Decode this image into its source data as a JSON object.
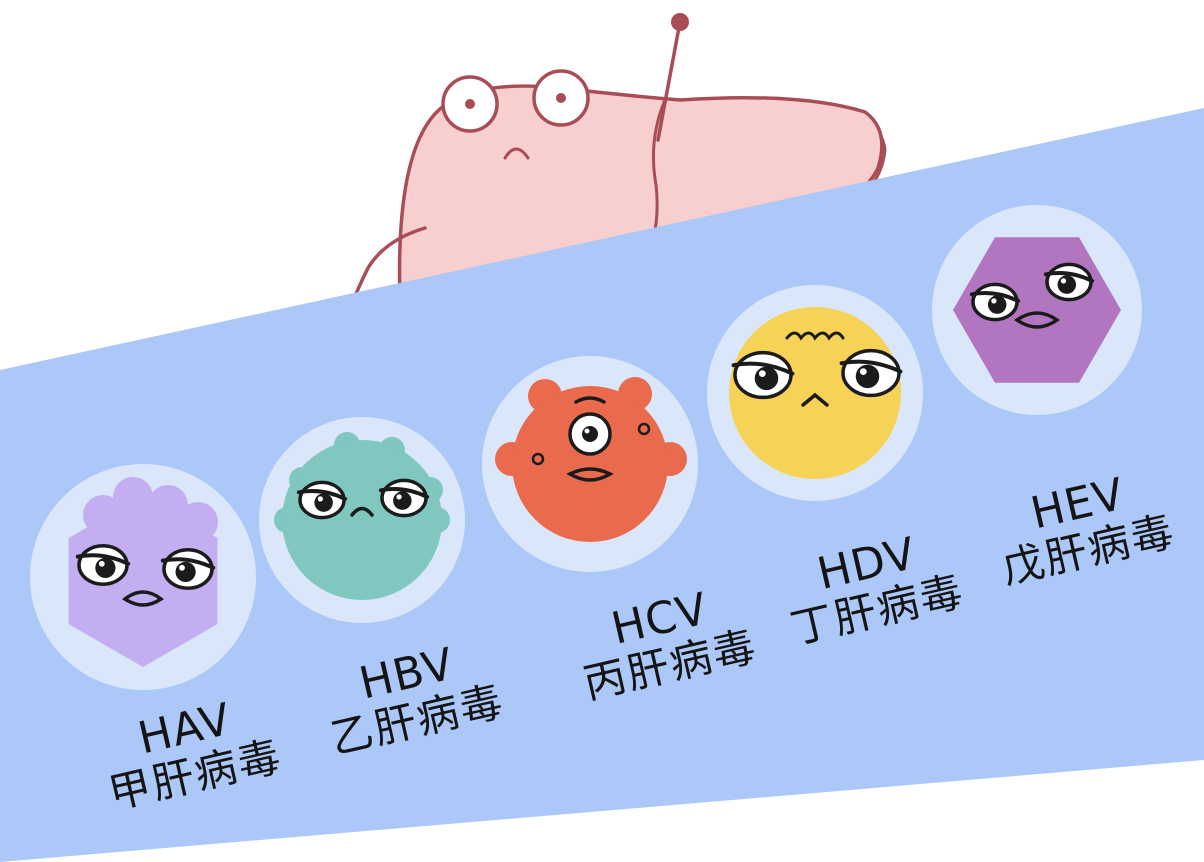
{
  "colors": {
    "band": "#abc8f8",
    "halo": "#dae7fb",
    "liver": "#f6cfce",
    "liver_shade": "#ebb6b4",
    "liver_line": "#a84d55",
    "outline": "#1b1b1b",
    "text": "#141414"
  },
  "mascot": {
    "icon": "liver-mascot-icon"
  },
  "viruses": [
    {
      "code": "HAV",
      "name": "甲肝病毒",
      "color": "#c3aef1",
      "shape": "bumpy-hexagon",
      "icon": "hav-virus-icon"
    },
    {
      "code": "HBV",
      "name": "乙肝病毒",
      "color": "#7fc7bf",
      "shape": "bumpy-circle",
      "icon": "hbv-virus-icon"
    },
    {
      "code": "HCV",
      "name": "丙肝病毒",
      "color": "#ea6a4d",
      "shape": "knobbed-circle",
      "icon": "hcv-virus-icon"
    },
    {
      "code": "HDV",
      "name": "丁肝病毒",
      "color": "#f6d257",
      "shape": "circle",
      "icon": "hdv-virus-icon"
    },
    {
      "code": "HEV",
      "name": "戊肝病毒",
      "color": "#b276c0",
      "shape": "hexagon",
      "icon": "hev-virus-icon"
    }
  ]
}
